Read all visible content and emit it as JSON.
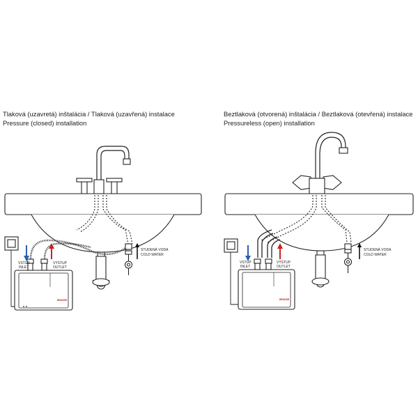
{
  "left": {
    "heading_line1": "Tlaková (uzavretá) inštalácia  /  Tlaková (uzavřená) instalace",
    "heading_line2": "Pressure (closed) installation",
    "inlet_label_1": "VSTUP",
    "inlet_label_2": "INLET",
    "outlet_label_1": "VÝSTUP",
    "outlet_label_2": "OUTLET",
    "cold_water_label_1": "STUDENÁ VODA",
    "cold_water_label_2": "COLD WATER",
    "heater_brand": "DRAZICE"
  },
  "right": {
    "heading_line1": "Beztlaková (otvorená) inštalácia  /  Beztlaková (otevřená) instalace",
    "heading_line2": "Pressureless (open) installation",
    "inlet_label_1": "VSTUP",
    "inlet_label_2": "INLET",
    "outlet_label_1": "VÝSTUP",
    "outlet_label_2": "OUTLET",
    "cold_water_label_1": "STUDENÁ VODA",
    "cold_water_label_2": "COLD WATER",
    "heater_brand": "DRAZICE"
  },
  "colors": {
    "inlet_arrow": "#2a5fb0",
    "outlet_arrow": "#cc2020",
    "cold_water_arrow": "#111111",
    "line": "#222222"
  }
}
